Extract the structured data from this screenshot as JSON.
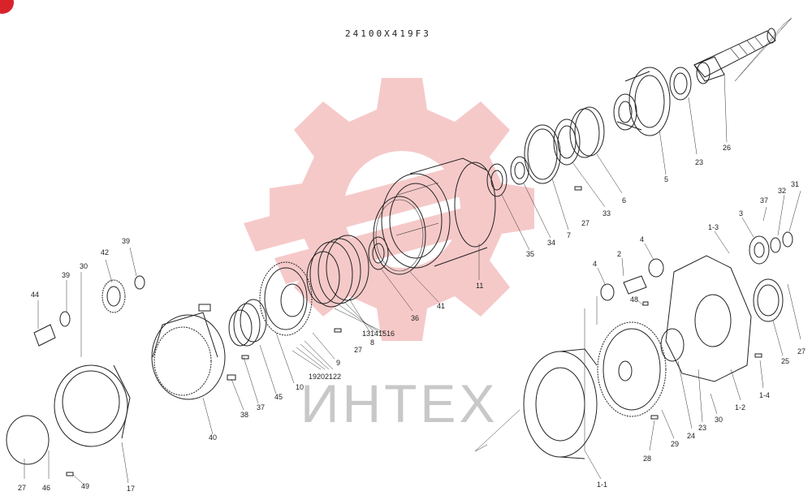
{
  "diagram": {
    "title": "24100X419F3",
    "watermark": "ИНТЕХ",
    "colors": {
      "logo": "#f6c9c9",
      "ink": "#222222",
      "watermark_text": "#c8c8c8"
    }
  },
  "labels": {
    "l1_1": "1-1",
    "l1_2": "1-2",
    "l1_3": "1-3",
    "l1_4": "1-4",
    "l2": "2",
    "l3": "3",
    "l4a": "4",
    "l4b": "4",
    "l5": "5",
    "l6": "6",
    "l7": "7",
    "l8": "8",
    "l9": "9",
    "l10": "10",
    "l11": "11",
    "l13_16": "13141516",
    "l17": "17",
    "l19_22": "19202122",
    "l23a": "23",
    "l23b": "23",
    "l24": "24",
    "l25": "25",
    "l26": "26",
    "l27a": "27",
    "l27b": "27",
    "l27c": "27",
    "l27d": "27",
    "l28": "28",
    "l29": "29",
    "l30a": "30",
    "l30b": "30",
    "l31": "31",
    "l32": "32",
    "l33": "33",
    "l34": "34",
    "l35": "35",
    "l36": "36",
    "l37a": "37",
    "l37b": "37",
    "l38": "38",
    "l39a": "39",
    "l39b": "39",
    "l40": "40",
    "l41": "41",
    "l42": "42",
    "l44": "44",
    "l45": "45",
    "l46": "46",
    "l48": "48",
    "l49": "49"
  }
}
